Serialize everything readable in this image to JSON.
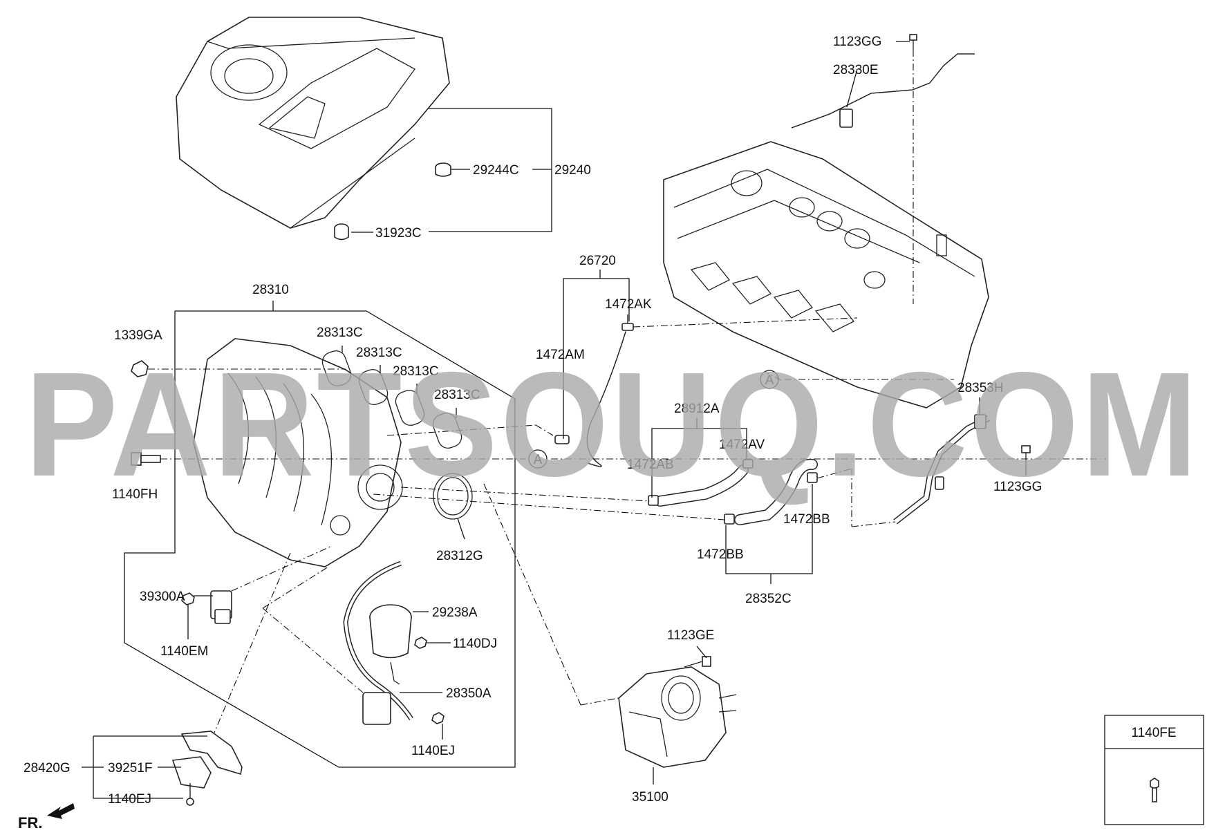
{
  "watermark": "PARTSOUQ.COM",
  "orientation_label": "FR.",
  "legend_box": {
    "title": "1140FE"
  },
  "section_markers": [
    "A",
    "A"
  ],
  "labels": {
    "l_1123GG_top": "1123GG",
    "l_28330E": "28330E",
    "l_29244C": "29244C",
    "l_29240": "29240",
    "l_31923C": "31923C",
    "l_26720": "26720",
    "l_1472AK": "1472AK",
    "l_28310": "28310",
    "l_1339GA": "1339GA",
    "l_28313C_1": "28313C",
    "l_28313C_2": "28313C",
    "l_28313C_3": "28313C",
    "l_28313C_4": "28313C",
    "l_1472AM": "1472AM",
    "l_28353H": "28353H",
    "l_28912A": "28912A",
    "l_1472AV": "1472AV",
    "l_1472AB": "1472AB",
    "l_1123GG_right": "1123GG",
    "l_1140FH": "1140FH",
    "l_28312G": "28312G",
    "l_1472BB_right": "1472BB",
    "l_1472BB_left": "1472BB",
    "l_28352C": "28352C",
    "l_39300A": "39300A",
    "l_29238A": "29238A",
    "l_1140DJ": "1140DJ",
    "l_1140EM": "1140EM",
    "l_1123GE": "1123GE",
    "l_28350A": "28350A",
    "l_1140EJ_mid": "1140EJ",
    "l_28420G": "28420G",
    "l_39251F": "39251F",
    "l_1140EJ_bottom": "1140EJ",
    "l_35100": "35100"
  }
}
